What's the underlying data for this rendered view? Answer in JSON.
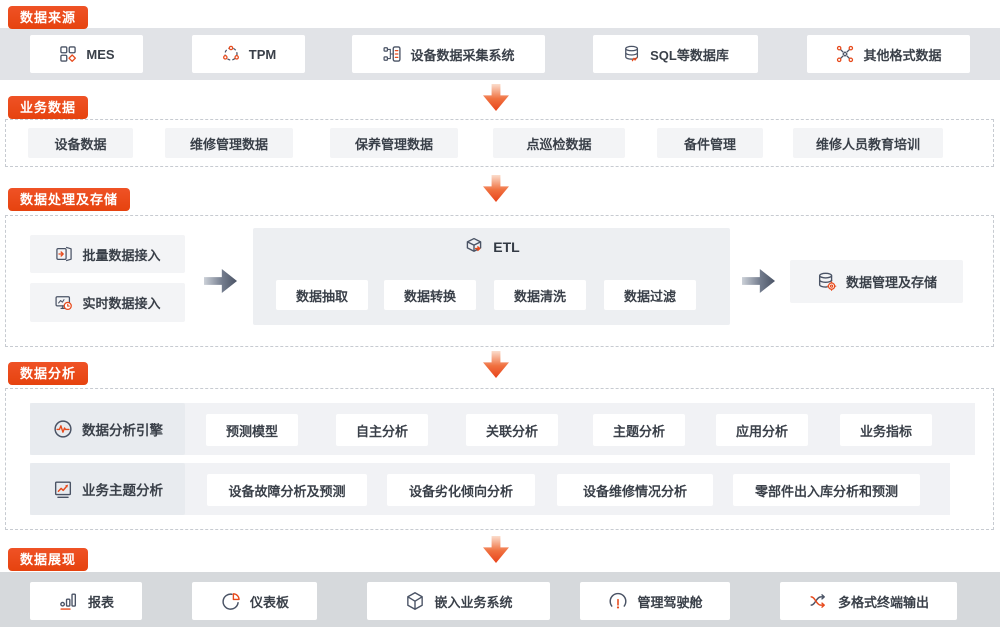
{
  "colors": {
    "accent": "#e74a1c",
    "slate": "#4a5365",
    "strip_top": "#e1e3e7",
    "strip_bottom": "#d6d9dc"
  },
  "sources": {
    "badge": "数据来源",
    "items": [
      {
        "label": "MES",
        "icon": "grid-icon"
      },
      {
        "label": "TPM",
        "icon": "sync-icon"
      },
      {
        "label": "设备数据采集系统",
        "icon": "collector-icon"
      },
      {
        "label": "SQL等数据库",
        "icon": "sql-database-icon"
      },
      {
        "label": "其他格式数据",
        "icon": "network-icon"
      }
    ]
  },
  "business": {
    "badge": "业务数据",
    "items": [
      {
        "label": "设备数据"
      },
      {
        "label": "维修管理数据"
      },
      {
        "label": "保养管理数据"
      },
      {
        "label": "点巡检数据"
      },
      {
        "label": "备件管理"
      },
      {
        "label": "维修人员教育培训"
      }
    ]
  },
  "processing": {
    "badge": "数据处理及存储",
    "inputs": [
      {
        "label": "批量数据接入",
        "icon": "batch-import-icon"
      },
      {
        "label": "实时数据接入",
        "icon": "realtime-monitor-icon"
      }
    ],
    "etl": {
      "title": "ETL",
      "icon": "cube-arrow-icon",
      "steps": [
        {
          "label": "数据抽取"
        },
        {
          "label": "数据转换"
        },
        {
          "label": "数据清洗"
        },
        {
          "label": "数据过滤"
        }
      ]
    },
    "storage": {
      "label": "数据管理及存储",
      "icon": "database-gear-icon"
    }
  },
  "analysis": {
    "badge": "数据分析",
    "rows": [
      {
        "head": {
          "label": "数据分析引擎",
          "icon": "pulse-circle-icon"
        },
        "items": [
          {
            "label": "预测模型"
          },
          {
            "label": "自主分析"
          },
          {
            "label": "关联分析"
          },
          {
            "label": "主题分析"
          },
          {
            "label": "应用分析"
          },
          {
            "label": "业务指标"
          }
        ]
      },
      {
        "head": {
          "label": "业务主题分析",
          "icon": "trend-chart-icon"
        },
        "items": [
          {
            "label": "设备故障分析及预测"
          },
          {
            "label": "设备劣化倾向分析"
          },
          {
            "label": "设备维修情况分析"
          },
          {
            "label": "零部件出入库分析和预测"
          }
        ]
      }
    ]
  },
  "presentation": {
    "badge": "数据展现",
    "items": [
      {
        "label": "报表",
        "icon": "bar-chart-icon"
      },
      {
        "label": "仪表板",
        "icon": "pie-chart-icon"
      },
      {
        "label": "嵌入业务系统",
        "icon": "hex-cube-icon"
      },
      {
        "label": "管理驾驶舱",
        "icon": "gauge-icon"
      },
      {
        "label": "多格式终端输出",
        "icon": "shuffle-icon"
      }
    ]
  }
}
